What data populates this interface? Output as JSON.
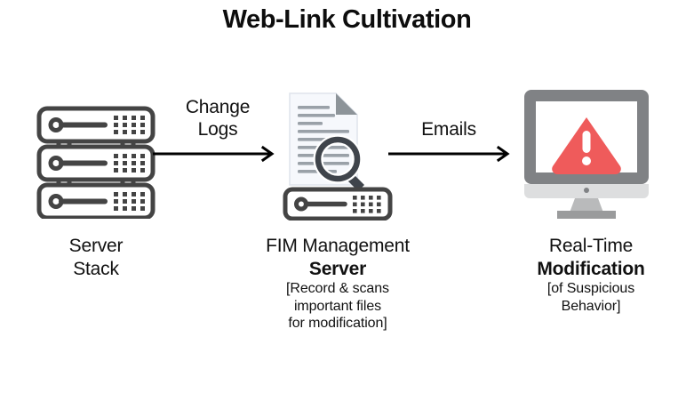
{
  "diagram": {
    "title": "Web-Link Cultivation",
    "background_color": "#ffffff",
    "type": "process-flow",
    "nodes": [
      {
        "id": "server-stack",
        "icon": "server-stack-icon",
        "icon_color": "#444444",
        "caption_lines": [
          {
            "text": "Server",
            "weight": "regular",
            "size": "large"
          },
          {
            "text": "Stack",
            "weight": "regular",
            "size": "large"
          }
        ]
      },
      {
        "id": "fim-management-server",
        "icon": "document-magnifier-server-icon",
        "icon_color": "#444444",
        "document_fill": "#f6f8fc",
        "document_line_color": "#9aa1a8",
        "caption_lines": [
          {
            "text": "FIM Management",
            "weight": "regular",
            "size": "large"
          },
          {
            "text": "Server",
            "weight": "bold",
            "size": "large"
          },
          {
            "text": "[Record & scans",
            "weight": "regular",
            "size": "small"
          },
          {
            "text": "important files",
            "weight": "regular",
            "size": "small"
          },
          {
            "text": "for modification]",
            "weight": "regular",
            "size": "small"
          }
        ]
      },
      {
        "id": "real-time-modification",
        "icon": "monitor-warning-icon",
        "icon_color": "#808285",
        "alert_color": "#ef5b5b",
        "caption_lines": [
          {
            "text": "Real-Time",
            "weight": "regular",
            "size": "large"
          },
          {
            "text": "Modification",
            "weight": "bold",
            "size": "large"
          },
          {
            "text": "[of Suspicious",
            "weight": "regular",
            "size": "small"
          },
          {
            "text": "Behavior]",
            "weight": "regular",
            "size": "small"
          }
        ]
      }
    ],
    "connectors": [
      {
        "id": "change-logs-arrow",
        "from": "server-stack",
        "to": "fim-management-server",
        "label_lines": [
          "Change",
          "Logs"
        ],
        "color": "#000000"
      },
      {
        "id": "emails-arrow",
        "from": "fim-management-server",
        "to": "real-time-modification",
        "label_lines": [
          "Emails"
        ],
        "color": "#000000"
      }
    ]
  },
  "captions": {
    "server_stack": {
      "line1": "Server",
      "line2": "Stack"
    },
    "fim": {
      "line1": "FIM Management",
      "line2": "Server",
      "line3": "[Record & scans",
      "line4": "important files",
      "line5": "for modification]"
    },
    "realtime": {
      "line1": "Real-Time",
      "line2": "Modification",
      "line3": "[of Suspicious",
      "line4": "Behavior]"
    }
  },
  "labels": {
    "change_logs_1": "Change",
    "change_logs_2": "Logs",
    "emails": "Emails"
  }
}
